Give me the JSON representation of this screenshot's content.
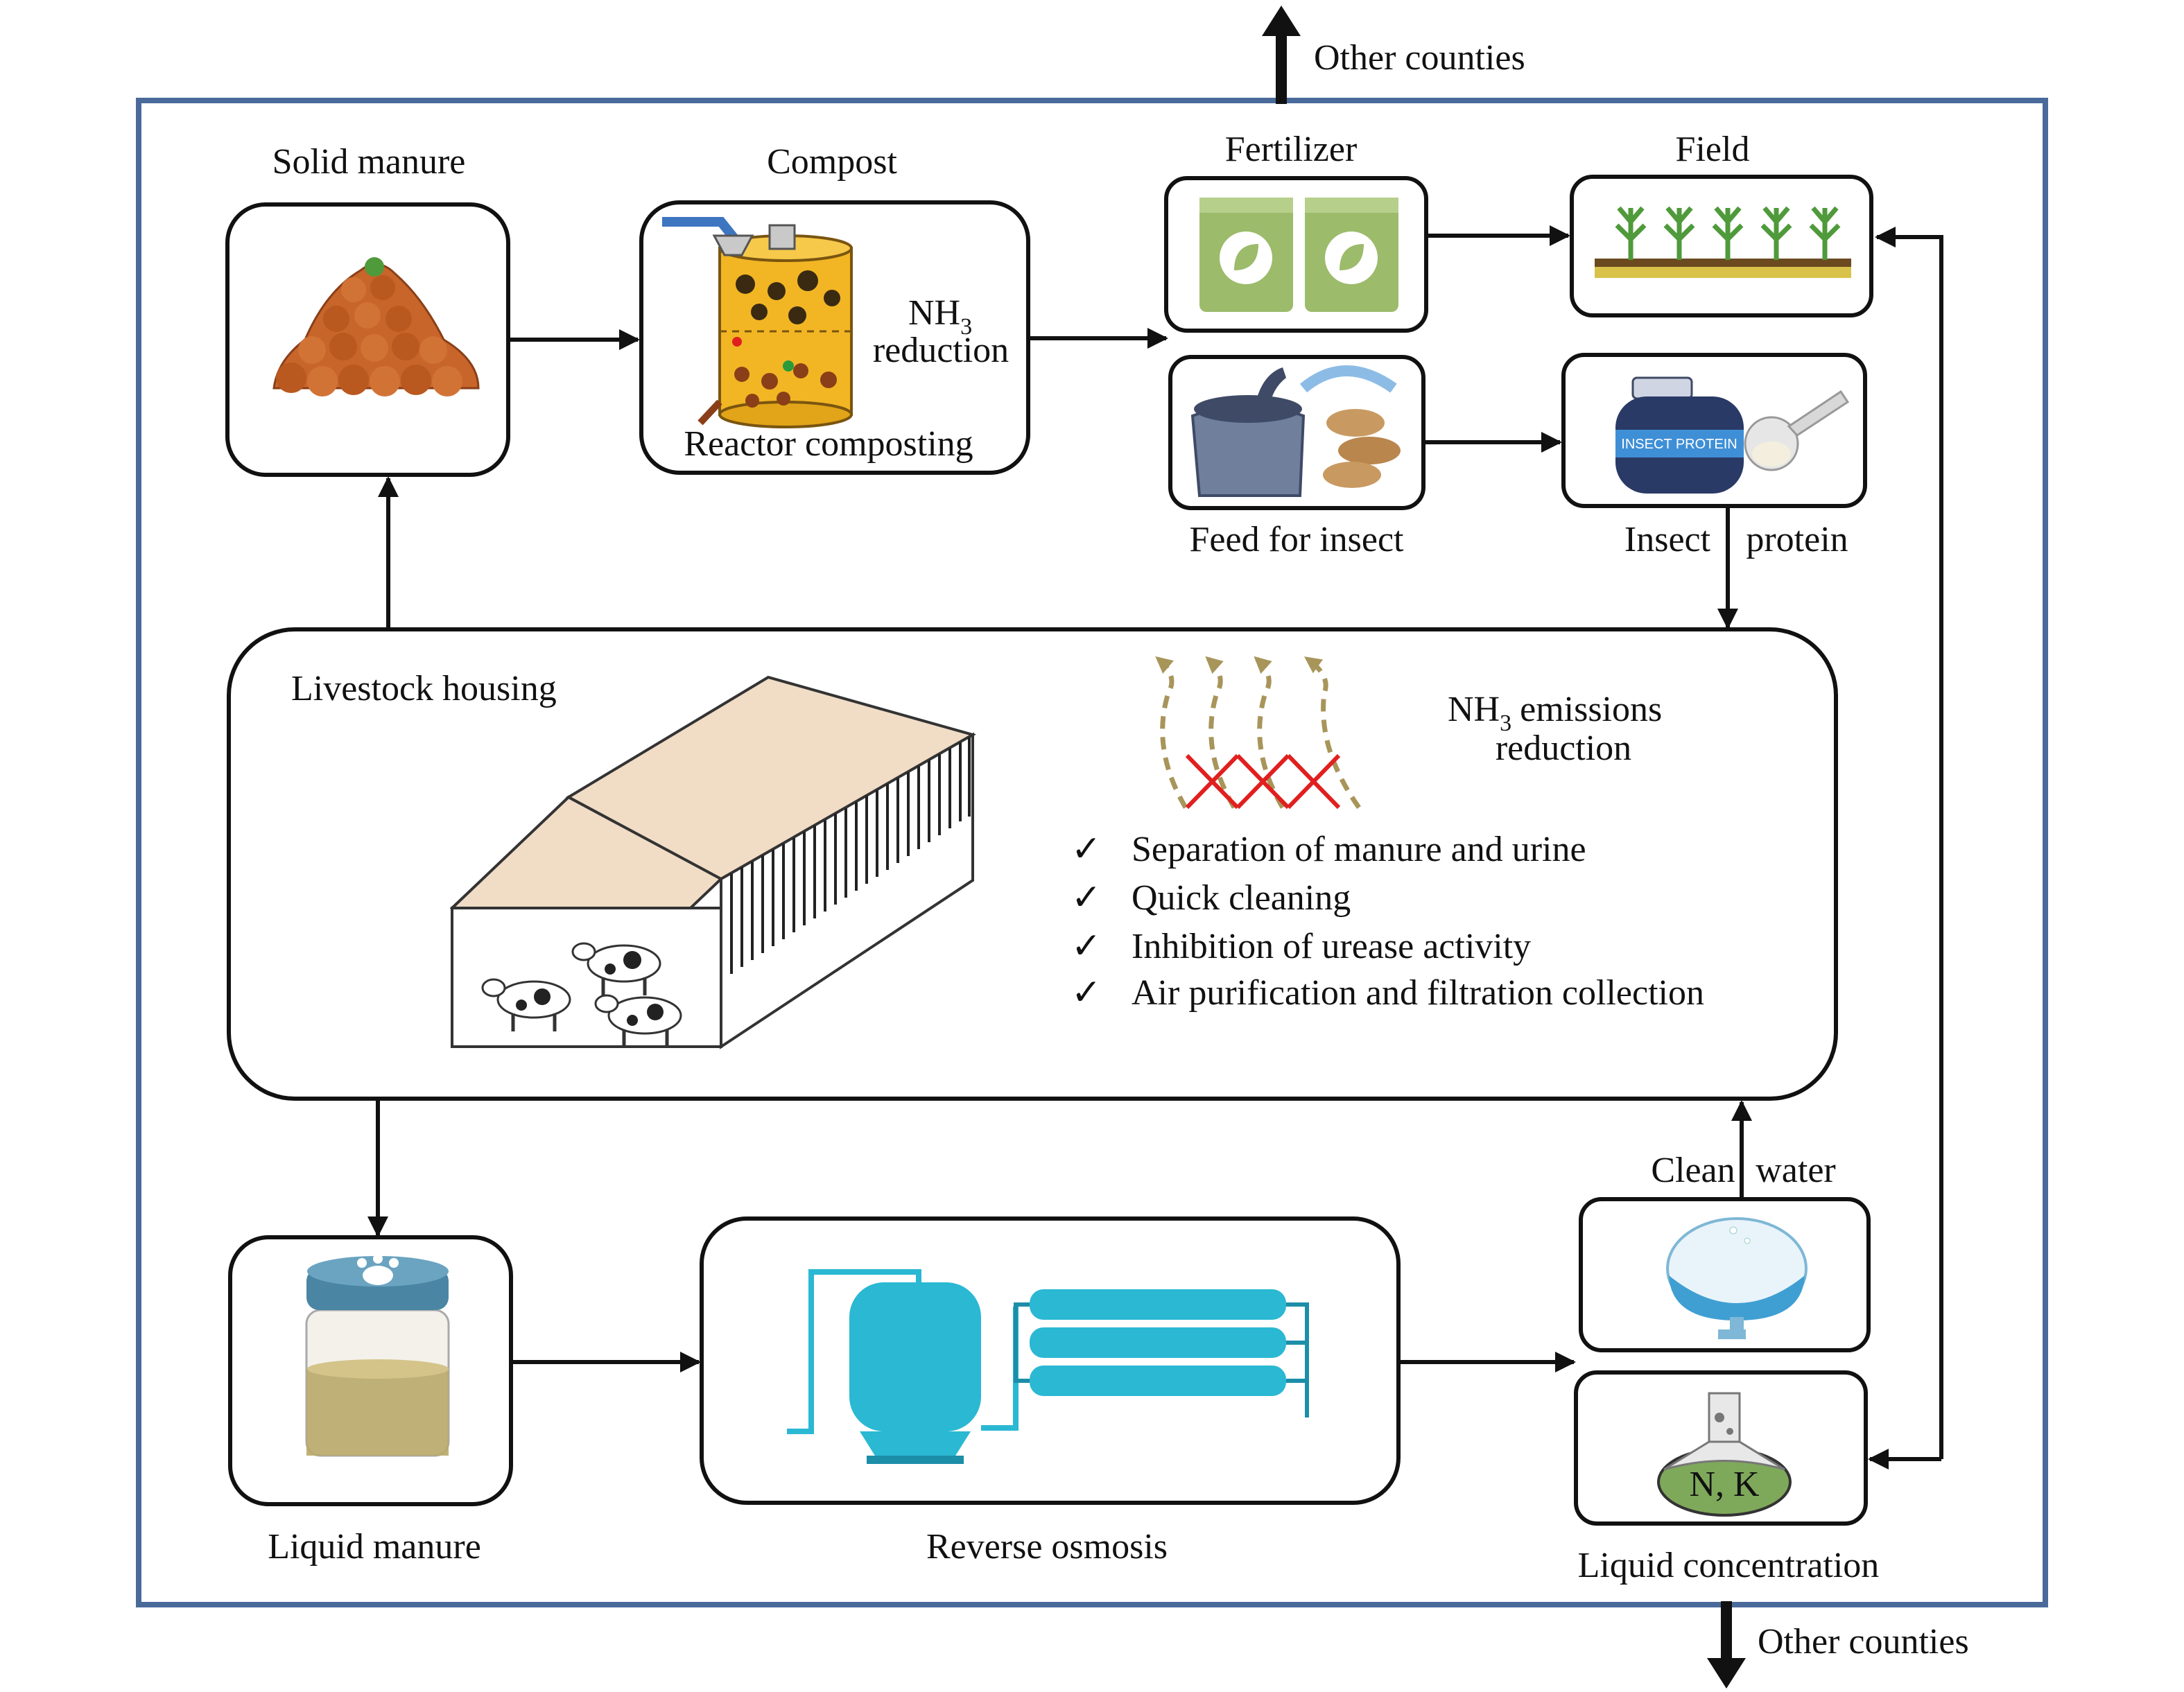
{
  "labels": {
    "other_counties_top": "Other counties",
    "other_counties_bottom": "Other counties",
    "solid_manure": "Solid manure",
    "compost": "Compost",
    "nh3_reduction_nh": "NH",
    "nh3_reduction_sub": "3",
    "nh3_reduction_word": "reduction",
    "reactor_composting": "Reactor composting",
    "fertilizer": "Fertilizer",
    "field": "Field",
    "feed_for_insect": "Feed for insect",
    "insect": "Insect",
    "protein": "protein",
    "bottle_label": "INSECT PROTEIN",
    "livestock_housing": "Livestock housing",
    "nh3_emissions_nh": "NH",
    "nh3_emissions_sub": "3",
    "nh3_emissions_word": "emissions",
    "nh3_emissions_reduction": "reduction",
    "clean": "Clean",
    "water": "water",
    "liquid_manure": "Liquid manure",
    "reverse_osmosis": "Reverse osmosis",
    "liquid_concentration": "Liquid concentration",
    "nk": "N, K"
  },
  "measures": [
    {
      "check": "✓",
      "text": "Separation of manure and urine"
    },
    {
      "check": "✓",
      "text": "Quick cleaning"
    },
    {
      "check": "✓",
      "text": "Inhibition of urease activity"
    },
    {
      "check": "✓",
      "text": "Air purification and filtration collection"
    }
  ],
  "colors": {
    "frame": "#4a6a9a",
    "manure": "#c8652a",
    "compost_yellow": "#f2b624",
    "fertilizer_bag": "#9cbb6b",
    "plant_green": "#4f9a3a",
    "soil": "#d9c24a",
    "insect_bag": "#6f7f9c",
    "larva": "#c89a62",
    "bottle": "#2a3a66",
    "bottle_label": "#3f8fd6",
    "barn_roof": "#f1dcc6",
    "ro_teal": "#2ab8d3",
    "jar_lid": "#4a86a4",
    "jar_liquid": "#b9a86a",
    "flask_green": "#7fa95a",
    "emission_arrow": "#a8955a",
    "cross": "#e0201f"
  }
}
